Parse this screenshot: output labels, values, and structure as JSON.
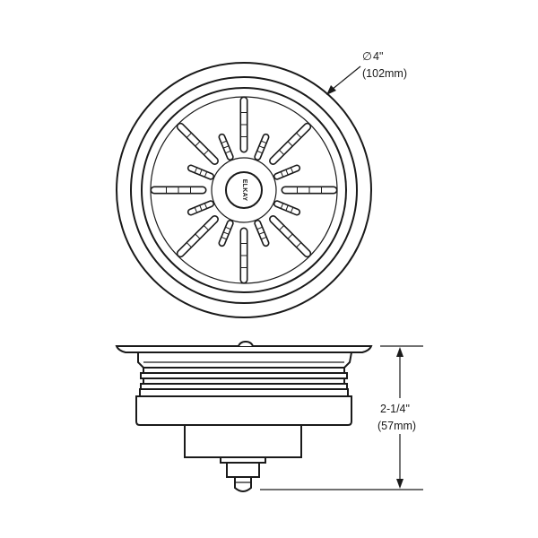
{
  "brand_label": "ELKAY",
  "diameter_dimension": {
    "symbol": "∅",
    "imperial": "4\"",
    "metric": "(102mm)"
  },
  "height_dimension": {
    "imperial": "2-1/4\"",
    "metric": "(57mm)"
  },
  "colors": {
    "line": "#1a1a1a",
    "background": "#ffffff"
  }
}
